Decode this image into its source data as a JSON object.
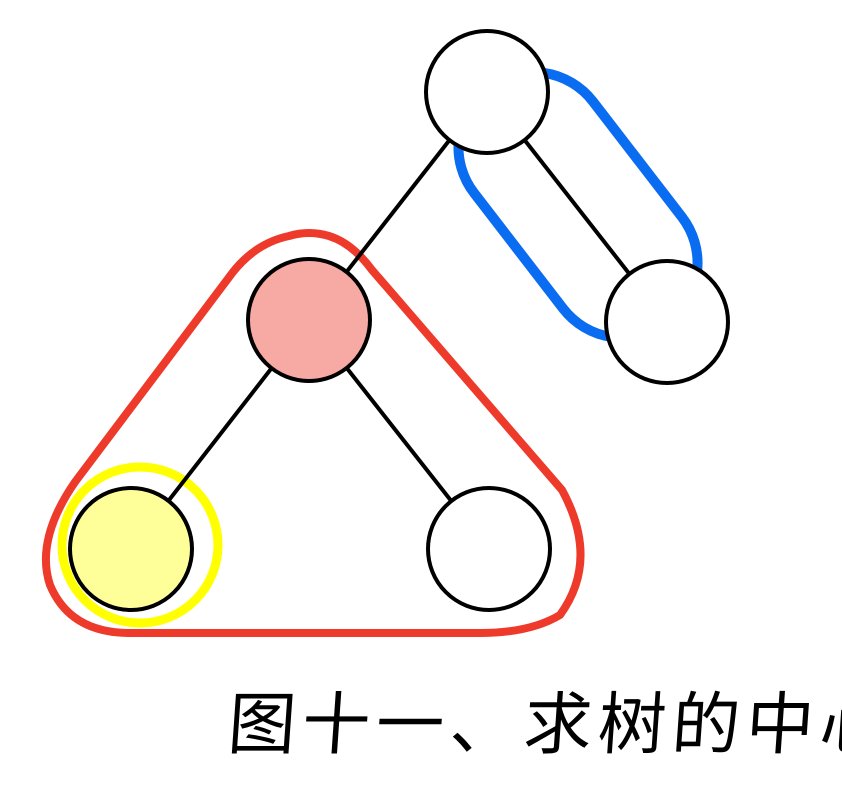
{
  "caption": "图十一、求树的中心",
  "colors": {
    "background": "#ffffff",
    "stroke": "#000000",
    "center_fill": "#f7aaa4",
    "leaf_fill": "#ffff99",
    "plain_fill": "#ffffff",
    "red_group": "#ee3a2a",
    "blue_group": "#0a6cf0",
    "yellow_group": "#ffff00"
  },
  "nodes": [
    {
      "id": "top",
      "role": "plain"
    },
    {
      "id": "right",
      "role": "plain"
    },
    {
      "id": "center",
      "role": "center"
    },
    {
      "id": "left-leaf",
      "role": "leaf"
    },
    {
      "id": "bottom-right",
      "role": "plain"
    }
  ],
  "edges": [
    [
      "top",
      "right"
    ],
    [
      "top",
      "center"
    ],
    [
      "center",
      "left-leaf"
    ],
    [
      "center",
      "bottom-right"
    ]
  ],
  "groups": [
    {
      "id": "red-subtree",
      "color_key": "red_group"
    },
    {
      "id": "blue-subtree",
      "color_key": "blue_group"
    },
    {
      "id": "yellow-leaf",
      "color_key": "yellow_group"
    }
  ]
}
